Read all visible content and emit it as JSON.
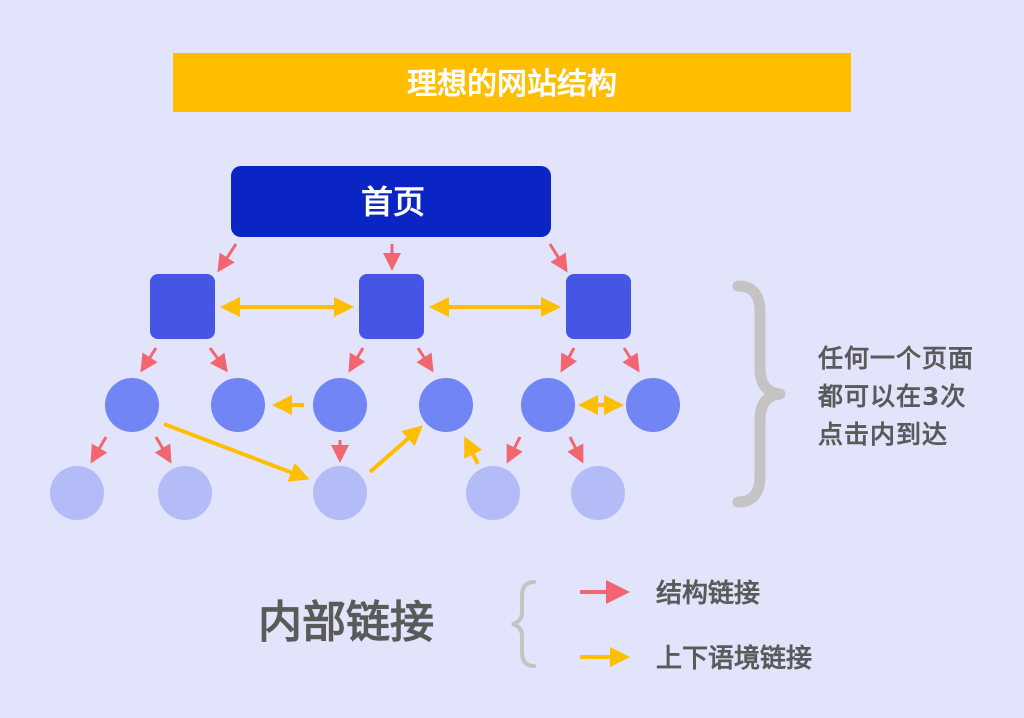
{
  "title": "理想的网站结构",
  "home_label": "首页",
  "note_lines": [
    "任何一个页面",
    "都可以在3次",
    "点击内到达"
  ],
  "section_label": "内部链接",
  "legend": {
    "structural": "结构链接",
    "contextual": "上下语境链接"
  },
  "colors": {
    "background": "#e2e4fb",
    "title_bar": "#ffbe00",
    "home": "#0b24c4",
    "level1": "#4556e6",
    "level2": "#7285f4",
    "level3": "#b3bcf6",
    "structural_arrow": "#f26672",
    "contextual_arrow": "#ffbe00",
    "brace": "#c4c4c4",
    "text_gray": "#5a5a5a"
  }
}
